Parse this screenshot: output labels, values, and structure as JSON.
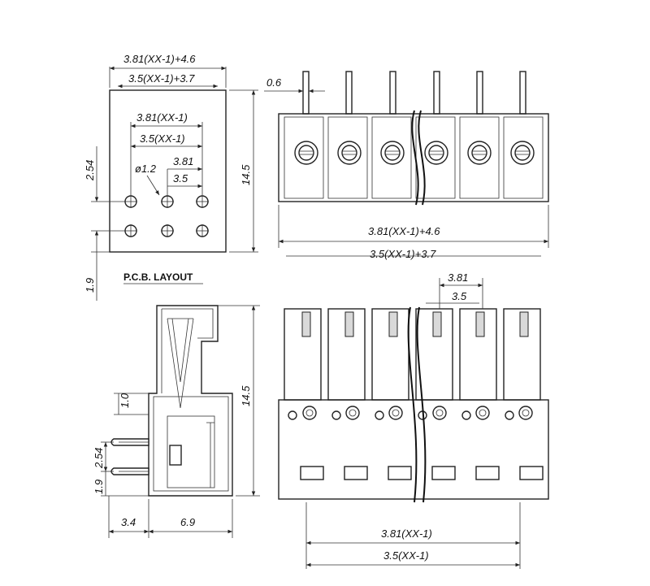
{
  "top_left": {
    "dim_outer": "3.81(XX-1)+4.6",
    "dim_inner": "3.5(XX-1)+3.7",
    "dim_pitch_outer": "3.81(XX-1)",
    "dim_pitch_inner": "3.5(XX-1)",
    "dim_hole": "ø1.2",
    "dim_pitch_a": "3.81",
    "dim_pitch_b": "3.5",
    "dim_left_vertical": "2.54",
    "dim_right_vertical": "14.5",
    "dim_bottom_vertical": "1.9"
  },
  "top_right": {
    "dim_pin": "0.6",
    "dim_width_a": "3.81(XX-1)+4.6",
    "dim_width_b": "3.5(XX-1)+3.7"
  },
  "bottom_left": {
    "layout_title": "P.C.B. LAYOUT",
    "dim_height": "14.5",
    "dim_1_0": "1.0",
    "dim_2_54": "2.54",
    "dim_1_9": "1.9",
    "dim_3_4": "3.4",
    "dim_6_9": "6.9"
  },
  "bottom_right": {
    "dim_pitch_a": "3.81",
    "dim_pitch_b": "3.5",
    "dim_span_a": "3.81(XX-1)",
    "dim_span_b": "3.5(XX-1)"
  }
}
